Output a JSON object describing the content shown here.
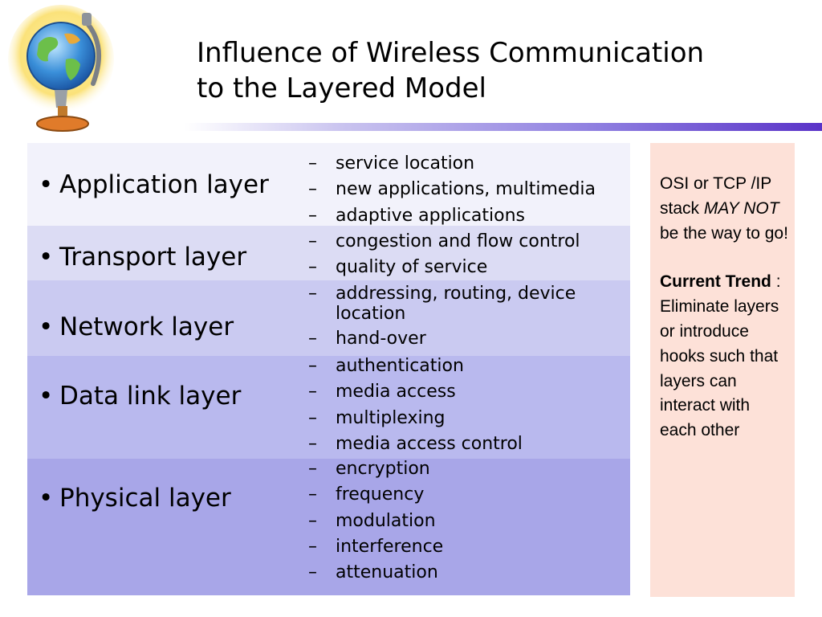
{
  "slide": {
    "title_line1": "Influence of Wireless Communication",
    "title_line2": "to the Layered Model",
    "logo_icon": "globe-icon"
  },
  "layers": [
    {
      "name": "Application layer",
      "bullet": "•",
      "color": "#f2f2fb",
      "issues": [
        "service location",
        "new applications, multimedia",
        "adaptive applications"
      ]
    },
    {
      "name": "Transport layer",
      "bullet": "•",
      "color": "#dcdcf4",
      "issues": [
        "congestion and flow control",
        "quality of service"
      ]
    },
    {
      "name": "Network layer",
      "bullet": "•",
      "color": "#cacaf1",
      "issues": [
        "addressing, routing, device location",
        "hand-over"
      ]
    },
    {
      "name": "Data link layer",
      "bullet": "•",
      "color": "#b9b9ee",
      "issues": [
        "authentication",
        "media access",
        "multiplexing",
        "media access control"
      ]
    },
    {
      "name": "Physical layer",
      "bullet": "•",
      "color": "#a8a6e8",
      "issues": [
        "encryption",
        "frequency",
        "modulation",
        "interference",
        "attenuation"
      ]
    }
  ],
  "issue_dash": "–",
  "note": {
    "p1_start": "OSI or TCP /IP stack ",
    "p1_emph": "MAY NOT",
    "p1_end": " be the way to go!",
    "p2_strong": "Current Trend",
    "p2_rest": " : Eliminate layers or introduce hooks such that layers can interact with each other",
    "background": "#fde1d8"
  }
}
